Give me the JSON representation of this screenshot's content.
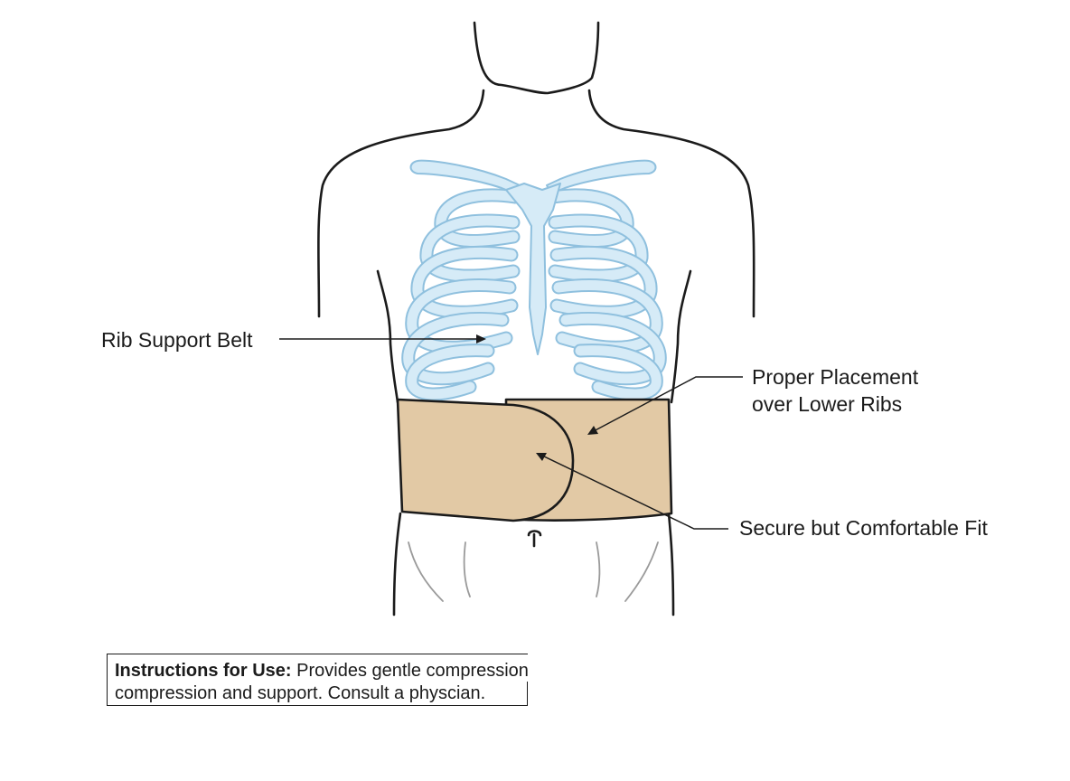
{
  "labels": {
    "rib_support_belt": "Rib Support Belt",
    "proper_placement": "Proper Placement\nover Lower Ribs",
    "secure_fit": "Secure but Comfortable Fit"
  },
  "instructions": {
    "heading": "Instructions for Use:",
    "body": " Provides gentle compression\ncompression and support. Consult a physcian."
  },
  "colors": {
    "bone_fill": "#d6ebf7",
    "bone_stroke": "#8fc0de",
    "belt_fill": "#e2c9a5",
    "outline": "#1b1b1b"
  }
}
